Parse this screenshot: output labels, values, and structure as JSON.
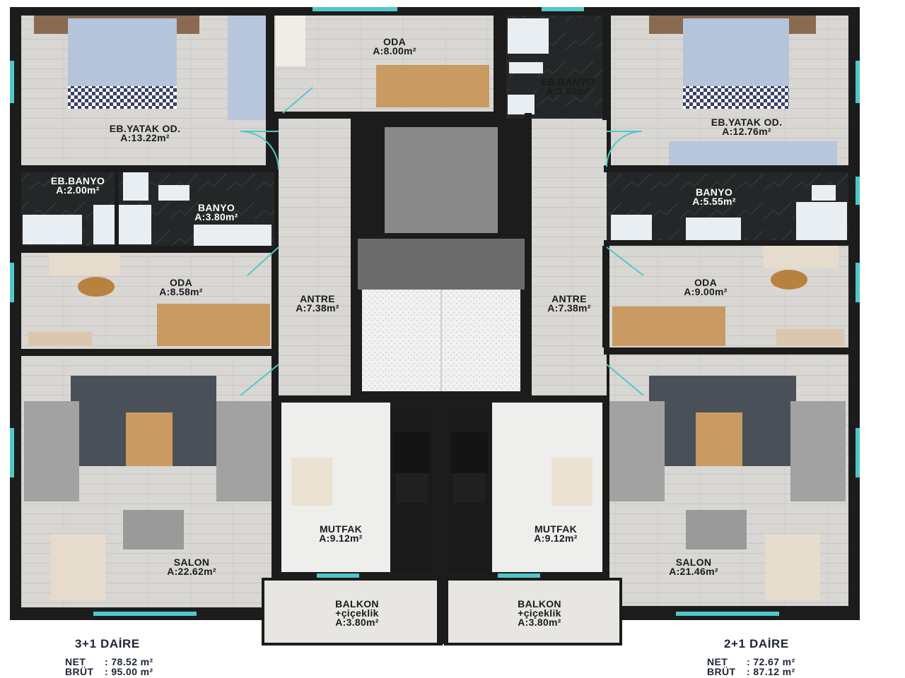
{
  "colors": {
    "wall": "#1c1c1c",
    "floor": "#d6d4d0",
    "wet_floor": "#26292a",
    "kitchen_floor": "#eeeeec",
    "window": "#4fc8cc",
    "stair_well": "#8a8a8a",
    "sofa": "#9a9a9a",
    "rug": "#4a5058",
    "wood": "#c99a62"
  },
  "rooms": [
    {
      "id": "left-master-bedroom",
      "name": "EB.YATAK OD.",
      "area": "A:13.22m²"
    },
    {
      "id": "left-en-suite-bath",
      "name": "EB.BANYO",
      "area": "A:2.00m²",
      "dark": true
    },
    {
      "id": "left-bath",
      "name": "BANYO",
      "area": "A:3.80m²",
      "dark": true
    },
    {
      "id": "left-room",
      "name": "ODA",
      "area": "A:8.58m²"
    },
    {
      "id": "left-hall",
      "name": "ANTRE",
      "area": "A:7.38m²"
    },
    {
      "id": "left-living",
      "name": "SALON",
      "area": "A:22.62m²"
    },
    {
      "id": "left-kitchen",
      "name": "MUTFAK",
      "area": "A:9.12m²"
    },
    {
      "id": "left-balcony",
      "name": "BALKON +çiçeklik",
      "area": "A:3.80m²"
    },
    {
      "id": "top-room",
      "name": "ODA",
      "area": "A:8.00m²"
    },
    {
      "id": "right-en-suite-bath",
      "name": "EB.BANYO",
      "area": "A:3.60m²"
    },
    {
      "id": "right-master-bedroom",
      "name": "EB.YATAK OD.",
      "area": "A:12.76m²"
    },
    {
      "id": "right-bath",
      "name": "BANYO",
      "area": "A:5.55m²"
    },
    {
      "id": "right-room",
      "name": "ODA",
      "area": "A:9.00m²"
    },
    {
      "id": "right-hall",
      "name": "ANTRE",
      "area": "A:7.38m²"
    },
    {
      "id": "right-living",
      "name": "SALON",
      "area": "A:21.46m²"
    },
    {
      "id": "right-kitchen",
      "name": "MUTFAK",
      "area": "A:9.12m²"
    },
    {
      "id": "right-balcony",
      "name": "BALKON +çiçeklik",
      "area": "A:3.80m²"
    }
  ],
  "units": [
    {
      "title": "3+1 DAİRE",
      "net_label": "NET",
      "net_value": ": 78.52 m²",
      "gross_label": "BRÜT",
      "gross_value": ": 95.00 m²"
    },
    {
      "title": "2+1 DAİRE",
      "net_label": "NET",
      "net_value": ": 72.67 m²",
      "gross_label": "BRÜT",
      "gross_value": ": 87.12 m²"
    }
  ]
}
